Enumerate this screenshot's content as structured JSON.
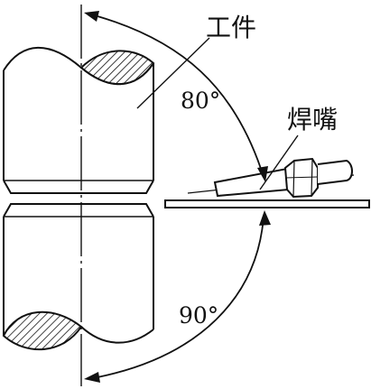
{
  "labels": {
    "workpiece": "工件",
    "nozzle": "焊嘴",
    "angle_upper": "80°",
    "angle_lower": "90°"
  },
  "colors": {
    "ink": "#111111",
    "background": "#ffffff"
  }
}
